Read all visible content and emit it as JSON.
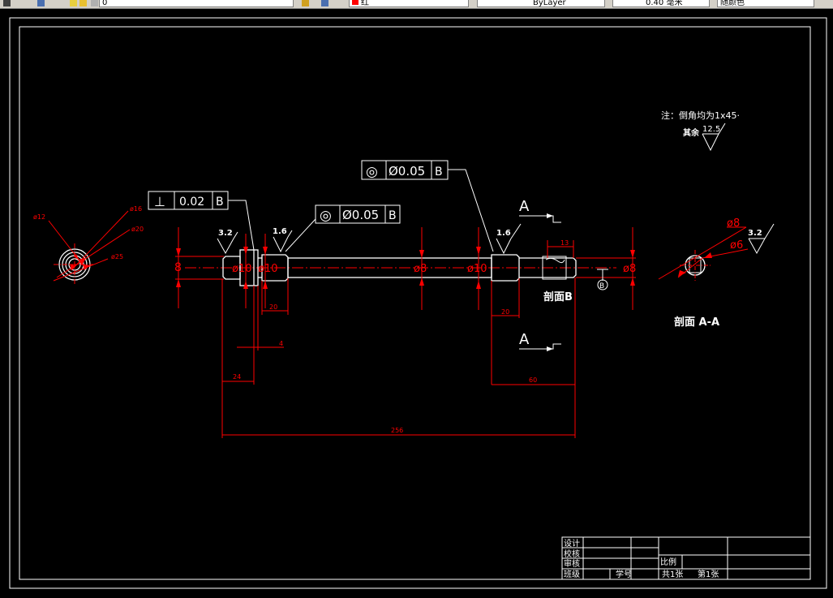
{
  "toolbar": {
    "layer_name": "0",
    "color_control": "红",
    "linetype_control": "ByLayer",
    "lineweight_control": "0.40 毫米",
    "plotstyle_control": "随颜色"
  },
  "drawing": {
    "note_line1": "注：倒角均为1x45·",
    "note_line2": "其余",
    "note_roughness": "12.5",
    "left_view_dims": [
      "ø12",
      "ø16",
      "ø20",
      "ø25"
    ],
    "fcf_perp": {
      "symbol": "⊥",
      "value": "0.02",
      "datum": "B"
    },
    "fcf_coax1": {
      "symbol": "◎",
      "value": "Ø0.05",
      "datum": "B"
    },
    "fcf_coax2": {
      "symbol": "◎",
      "value": "Ø0.05",
      "datum": "B"
    },
    "roughness_1": "3.2",
    "roughness_2": "1.6",
    "roughness_3": "1.6",
    "roughness_4": "3.2",
    "dim_left_8": "8",
    "dim_phi10_left": "ø10",
    "dim_phi10_left_b": "ø10",
    "dim_phi8_mid": "ø8",
    "dim_phi10_right": "ø10",
    "dim_phi8_right": "ø8",
    "dim_20_left": "20",
    "dim_4": "4",
    "dim_24": "24",
    "dim_20_right": "20",
    "dim_13": "13",
    "dim_60": "60",
    "dim_256": "256",
    "section_A_top": "A",
    "section_A_bottom": "A",
    "section_B_label": "剖面B",
    "datum_B": "B",
    "section_AA_label": "剖面 A-A",
    "section_view_phi8": "ø8",
    "section_view_phi6": "ø6",
    "title_block": {
      "row1": "设计",
      "row2": "校核",
      "row3": "审核",
      "row4": "班级",
      "xuehao": "学号",
      "scale": "比例",
      "total": "共1张",
      "sheet": "第1张"
    }
  }
}
